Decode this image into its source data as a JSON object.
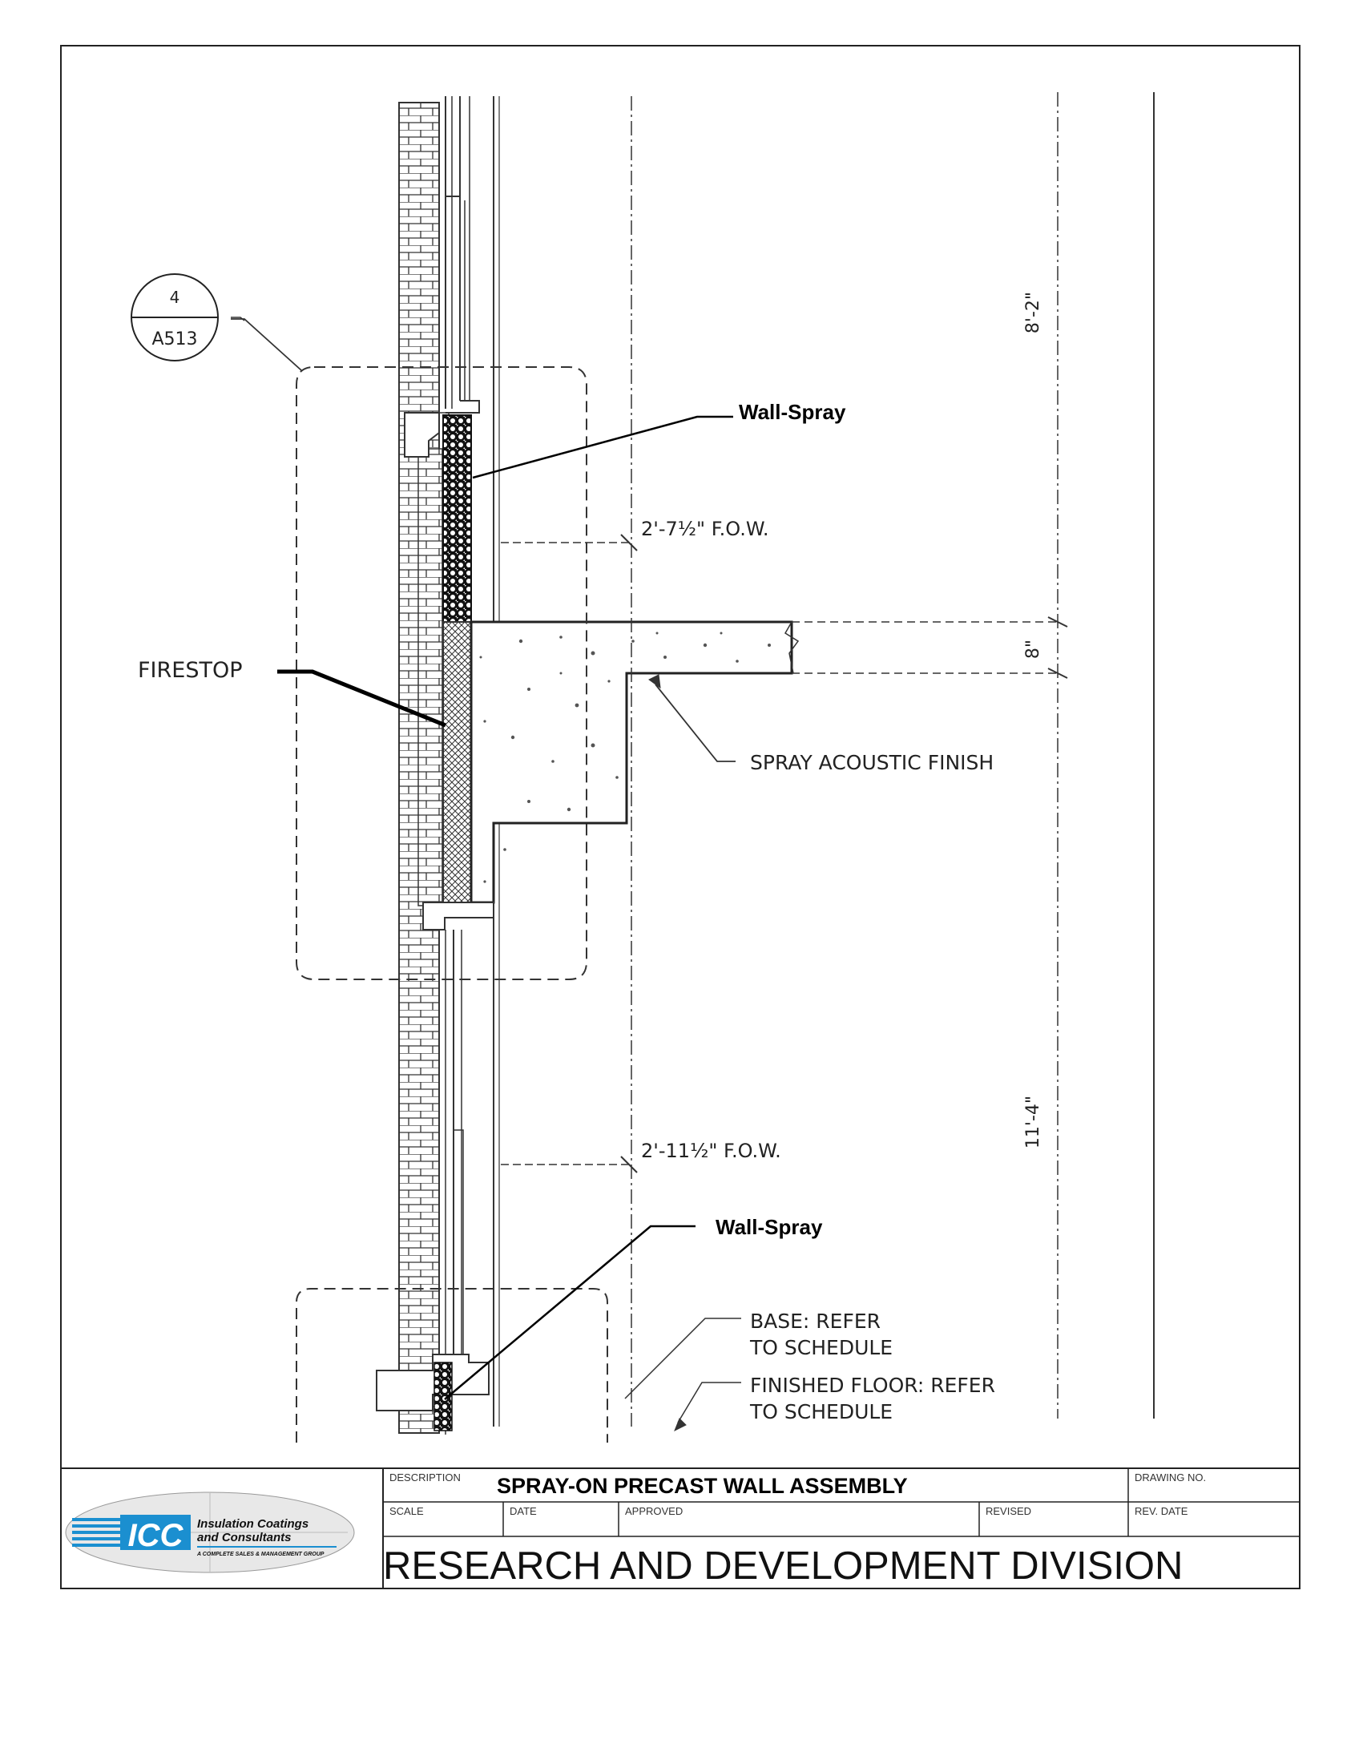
{
  "detail_reference": {
    "number": "4",
    "sheet": "A513"
  },
  "callouts": {
    "wall_spray_upper": "Wall-Spray",
    "wall_spray_lower": "Wall-Spray",
    "firestop": "FIRESTOP"
  },
  "drawing_notes": {
    "spray_acoustic_finish": "SPRAY ACOUSTIC FINISH",
    "base_line1": "BASE: REFER",
    "base_line2": "TO SCHEDULE",
    "floor_line1": "FINISHED FLOOR: REFER",
    "floor_line2": "TO SCHEDULE"
  },
  "dimensions": {
    "fow_upper": "2'-7½\" F.O.W.",
    "fow_lower": "2'-11½\" F.O.W.",
    "height_upper": "8'-2\"",
    "slab": "8\"",
    "height_lower": "11'-4\""
  },
  "title_block": {
    "description_label": "DESCRIPTION",
    "description": "SPRAY-ON PRECAST WALL ASSEMBLY",
    "drawing_no_label": "DRAWING NO.",
    "scale_label": "SCALE",
    "date_label": "DATE",
    "approved_label": "APPROVED",
    "revised_label": "REVISED",
    "rev_date_label": "REV. DATE",
    "division": "RESEARCH AND DEVELOPMENT DIVISION"
  },
  "logo": {
    "initials": "ICC",
    "line1": "Insulation Coatings",
    "line2": "and Consultants",
    "tagline": "A COMPLETE SALES & MANAGEMENT GROUP"
  },
  "colors": {
    "logo_blue": "#1b8fd0",
    "ink": "#222222"
  }
}
